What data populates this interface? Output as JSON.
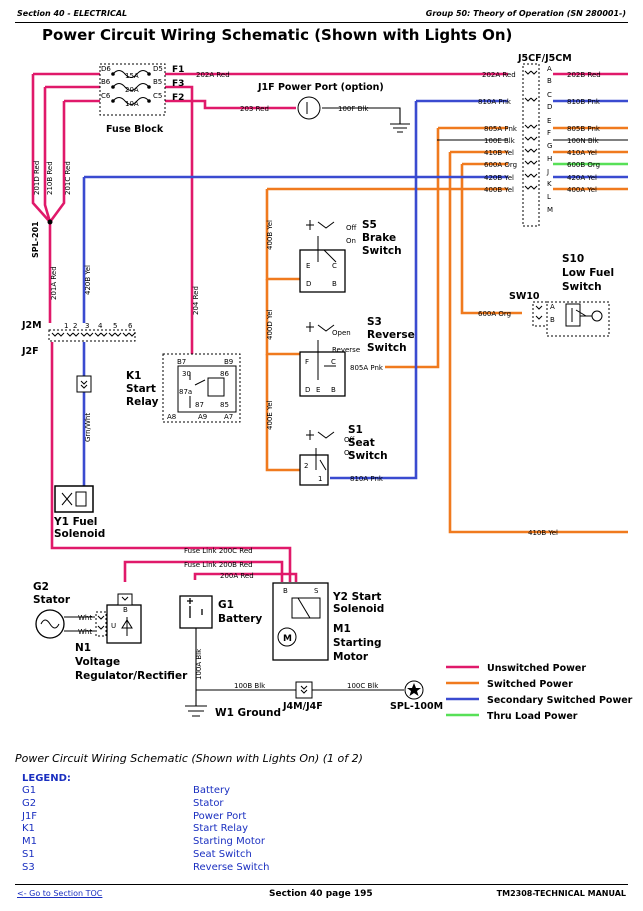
{
  "header": {
    "section": "Section 40 - ELECTRICAL",
    "group": "Group 50: Theory of Operation (SN 280001-)"
  },
  "title": "Power Circuit Wiring Schematic (Shown with Lights On)",
  "colors": {
    "unswitched": "#e0196a",
    "switched": "#f07a1e",
    "secondary": "#3a4bd0",
    "thru_load": "#57e057"
  },
  "components": {
    "fuse_block": {
      "name": "Fuse Block",
      "fuses": [
        "F1",
        "F3",
        "F2"
      ],
      "ratings": [
        "15A",
        "20A",
        "10A"
      ],
      "pins_left": [
        "D6",
        "B6",
        "C6"
      ],
      "pins_right": [
        "D5",
        "B5",
        "C5"
      ]
    },
    "j1f": {
      "name": "J1F Power Port (option)"
    },
    "j5": {
      "name": "J5CF/J5CM",
      "pins": [
        "A",
        "B",
        "C",
        "D",
        "E",
        "F",
        "G",
        "H",
        "J",
        "K",
        "L",
        "M"
      ]
    },
    "spl201": {
      "name": "SPL-201"
    },
    "j2m": {
      "name": "J2M",
      "pins": [
        "1",
        "2",
        "3",
        "4",
        "5",
        "6"
      ]
    },
    "j2f": {
      "name": "J2F"
    },
    "s5": {
      "id": "S5",
      "name_line1": "Brake",
      "name_line2": "Switch",
      "off": "Off",
      "on": "On",
      "pins": [
        "E",
        "C",
        "D",
        "B"
      ]
    },
    "s3": {
      "id": "S3",
      "name_line1": "Reverse",
      "name_line2": "Switch",
      "open": "Open",
      "reverse": "Reverse",
      "pins": [
        "F",
        "C",
        "D",
        "B",
        "E"
      ]
    },
    "s1": {
      "id": "S1",
      "name_line1": "Seat",
      "name_line2": "Switch",
      "off": "Off",
      "on": "On",
      "pins": [
        "2",
        "1"
      ]
    },
    "s10": {
      "id": "S10",
      "name_line1": "Low Fuel",
      "name_line2": "Switch",
      "pins": [
        "A",
        "B"
      ]
    },
    "sw10": {
      "name": "SW10"
    },
    "k1": {
      "id": "K1",
      "name_line1": "Start",
      "name_line2": "Relay",
      "pins": [
        "B7",
        "B9",
        "30",
        "86",
        "87a",
        "87",
        "85",
        "A8",
        "A9",
        "A7"
      ]
    },
    "y1": {
      "id": "Y1 Fuel",
      "name": "Solenoid"
    },
    "g2": {
      "id": "G2",
      "name": "Stator"
    },
    "n1": {
      "id": "N1",
      "name_line1": "Voltage",
      "name_line2": "Regulator/Rectifier",
      "wht": "Wht",
      "u": "U",
      "b": "B"
    },
    "g1": {
      "id": "G1",
      "name": "Battery"
    },
    "y2": {
      "name_line1": "Y2 Start",
      "name_line2": "Solenoid",
      "s": "S",
      "b": "B"
    },
    "m1": {
      "id": "M1",
      "name_line1": "Starting",
      "name_line2": "Motor",
      "m": "M"
    },
    "w1": {
      "name": "W1 Ground"
    },
    "j4": {
      "name": "J4M/J4F"
    },
    "spl100": {
      "name": "SPL-100M"
    }
  },
  "wires": {
    "w202A": "202A Red",
    "w203": "203 Red",
    "w100F": "100F Blk",
    "w810A": "810A Pnk",
    "w805A": "805A Pnk",
    "w100E": "100E Blk",
    "w410B": "410B Yel",
    "w600A": "600A Org",
    "w420B": "420B Yel",
    "w400B": "400B Yel",
    "w202B": "202B Red",
    "w810B": "810B Pnk",
    "w805B": "805B Pnk",
    "w100N": "100N Blk",
    "w410A": "410A Yel",
    "w600B": "600B Org",
    "w420A": "420A Yel",
    "w400A": "400A Yel",
    "w201D": "201D Red",
    "w210B": "210B Red",
    "w201C": "201C Red",
    "w201A": "201A Red",
    "w420B_v": "420B Yel",
    "w204": "204 Red",
    "w400B_v": "400B Yel",
    "w400D": "400D Yel",
    "w400E": "400E Yel",
    "grnwht": "Grn/Wht",
    "fl200C": "Fuse Link 200C Red",
    "fl200B": "Fuse Link 200B Red",
    "w200A": "200A Red",
    "w100A": "100A Blk",
    "w100B": "100B Blk",
    "w100C": "100C Blk"
  },
  "legend_lines": [
    {
      "label": "Unswitched Power"
    },
    {
      "label": "Switched Power"
    },
    {
      "label": "Secondary Switched Power"
    },
    {
      "label": "Thru Load Power"
    }
  ],
  "caption": "Power Circuit Wiring Schematic (Shown with Lights On) (1 of 2)",
  "legend_title": "LEGEND:",
  "legend": [
    {
      "code": "G1",
      "desc": "Battery"
    },
    {
      "code": "G2",
      "desc": "Stator"
    },
    {
      "code": "J1F",
      "desc": "Power Port"
    },
    {
      "code": "K1",
      "desc": "Start Relay"
    },
    {
      "code": "M1",
      "desc": "Starting Motor"
    },
    {
      "code": "S1",
      "desc": "Seat Switch"
    },
    {
      "code": "S3",
      "desc": "Reverse Switch"
    }
  ],
  "footer": {
    "toc": "<- Go to Section TOC",
    "page": "Section 40 page 195",
    "manual": "TM2308-TECHNICAL MANUAL"
  }
}
